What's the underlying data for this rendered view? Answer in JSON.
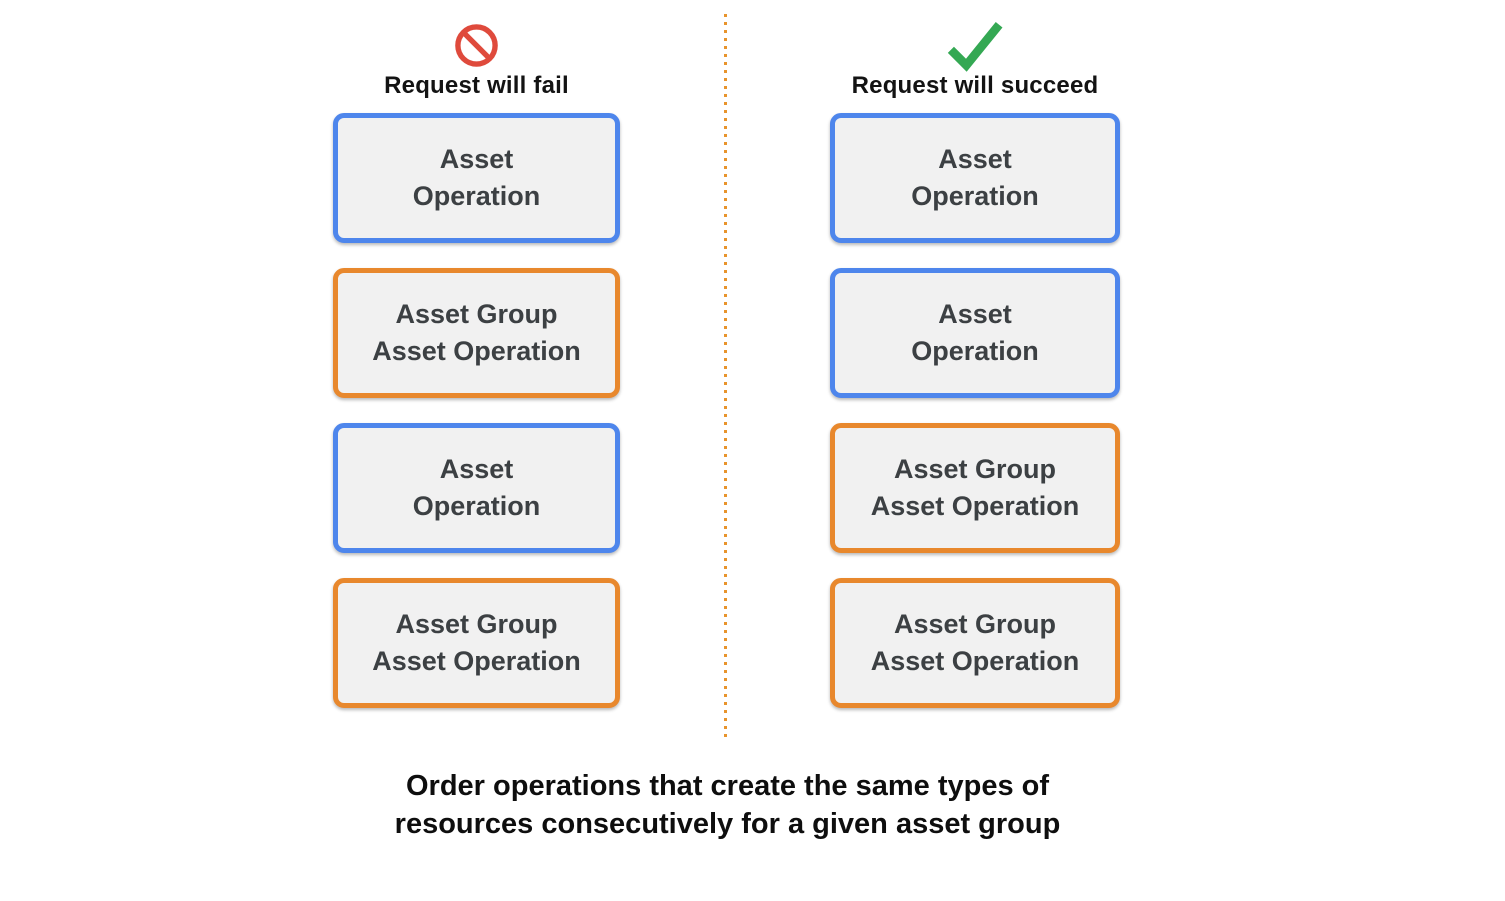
{
  "fail_column": {
    "title": "Request will fail",
    "icon": "prohibited-icon",
    "boxes": [
      {
        "kind": "asset-operation",
        "line1": "Asset",
        "line2": "Operation"
      },
      {
        "kind": "asset-group-asset-operation",
        "line1": "Asset Group",
        "line2": "Asset Operation"
      },
      {
        "kind": "asset-operation",
        "line1": "Asset",
        "line2": "Operation"
      },
      {
        "kind": "asset-group-asset-operation",
        "line1": "Asset Group",
        "line2": "Asset Operation"
      }
    ]
  },
  "succeed_column": {
    "title": "Request will succeed",
    "icon": "checkmark-icon",
    "boxes": [
      {
        "kind": "asset-operation",
        "line1": "Asset",
        "line2": "Operation"
      },
      {
        "kind": "asset-operation",
        "line1": "Asset",
        "line2": "Operation"
      },
      {
        "kind": "asset-group-asset-operation",
        "line1": "Asset Group",
        "line2": "Asset Operation"
      },
      {
        "kind": "asset-group-asset-operation",
        "line1": "Asset Group",
        "line2": "Asset Operation"
      }
    ]
  },
  "caption": {
    "line1": "Order operations that create the same types of",
    "line2": "resources consecutively for a given asset group"
  },
  "colors": {
    "asset_operation_border": "#4e86ec",
    "asset_group_asset_operation_border": "#e8882d",
    "box_fill": "#f1f1f1",
    "box_text": "#3c4043",
    "fail_icon_red": "#df4a3c",
    "succeed_icon_green": "#34a853",
    "divider_orange": "#e8942c"
  }
}
